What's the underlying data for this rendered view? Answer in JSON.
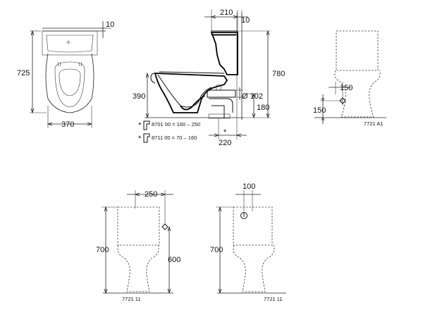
{
  "top_view": {
    "depth": "725",
    "width": "370",
    "rim": "10"
  },
  "side_view": {
    "height": "780",
    "outlet_height": "390",
    "pipe_diameter": "Ø 102",
    "outlet_offset": "180",
    "top_offset": "210",
    "wall_gap": "10",
    "outlet_distance": "220",
    "star_mark": "*",
    "fitting_1": "8701 00 = 160 – 250",
    "fitting_2": "8711 00 = 70 – 160"
  },
  "model_a1": {
    "side_dist": "150",
    "height_dist": "150",
    "code": "7721 A1"
  },
  "model_11_left": {
    "height": "700",
    "inlet_height": "600",
    "side_dist": "250",
    "code": "7721 11"
  },
  "model_11_right": {
    "height": "700",
    "side_dist": "100",
    "code": "7721 11"
  }
}
